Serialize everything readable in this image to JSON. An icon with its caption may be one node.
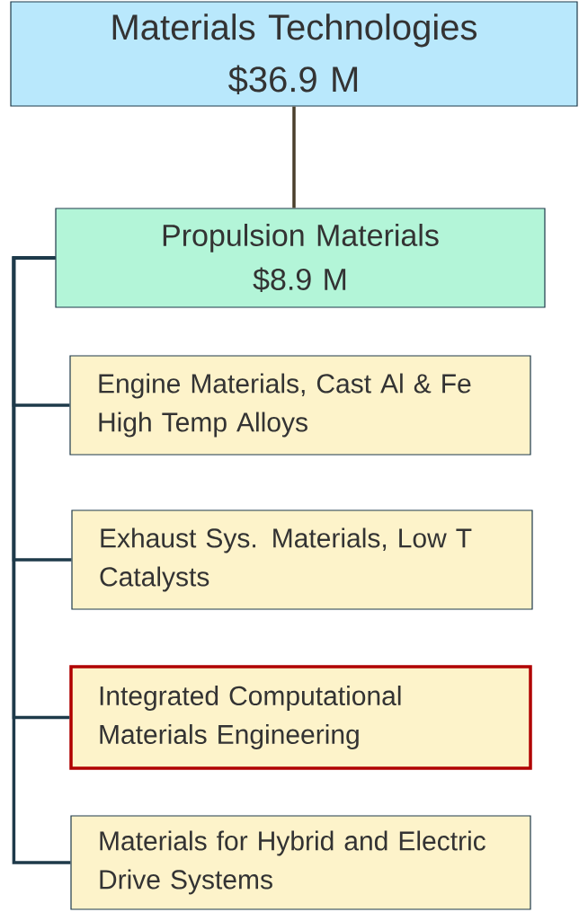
{
  "diagram": {
    "nodes": [
      {
        "text": [
          "Materials Technologies",
          "$36.9 M"
        ]
      },
      {
        "text": [
          "Propulsion Materials",
          "$8.9 M"
        ]
      },
      {
        "text": [
          "Engine Materials, Cast Al & Fe High Temp Alloys"
        ]
      },
      {
        "text": [
          "Exhaust Sys. Materials, Low T Catalysts"
        ]
      },
      {
        "text": [
          "Integrated Computational Materials Engineering"
        ]
      },
      {
        "text": [
          "Materials for Hybrid and Electric Drive Systems"
        ]
      }
    ],
    "edges": [
      {
        "from": 0,
        "to": 1,
        "arrow": "none",
        "color": "#4a3f2c"
      },
      {
        "from": 1,
        "to": 2,
        "arrow": "none"
      },
      {
        "from": 1,
        "to": 3,
        "arrow": "none"
      },
      {
        "from": 1,
        "to": 4,
        "arrow": "none"
      },
      {
        "from": 1,
        "to": 5,
        "arrow": "none"
      }
    ]
  }
}
